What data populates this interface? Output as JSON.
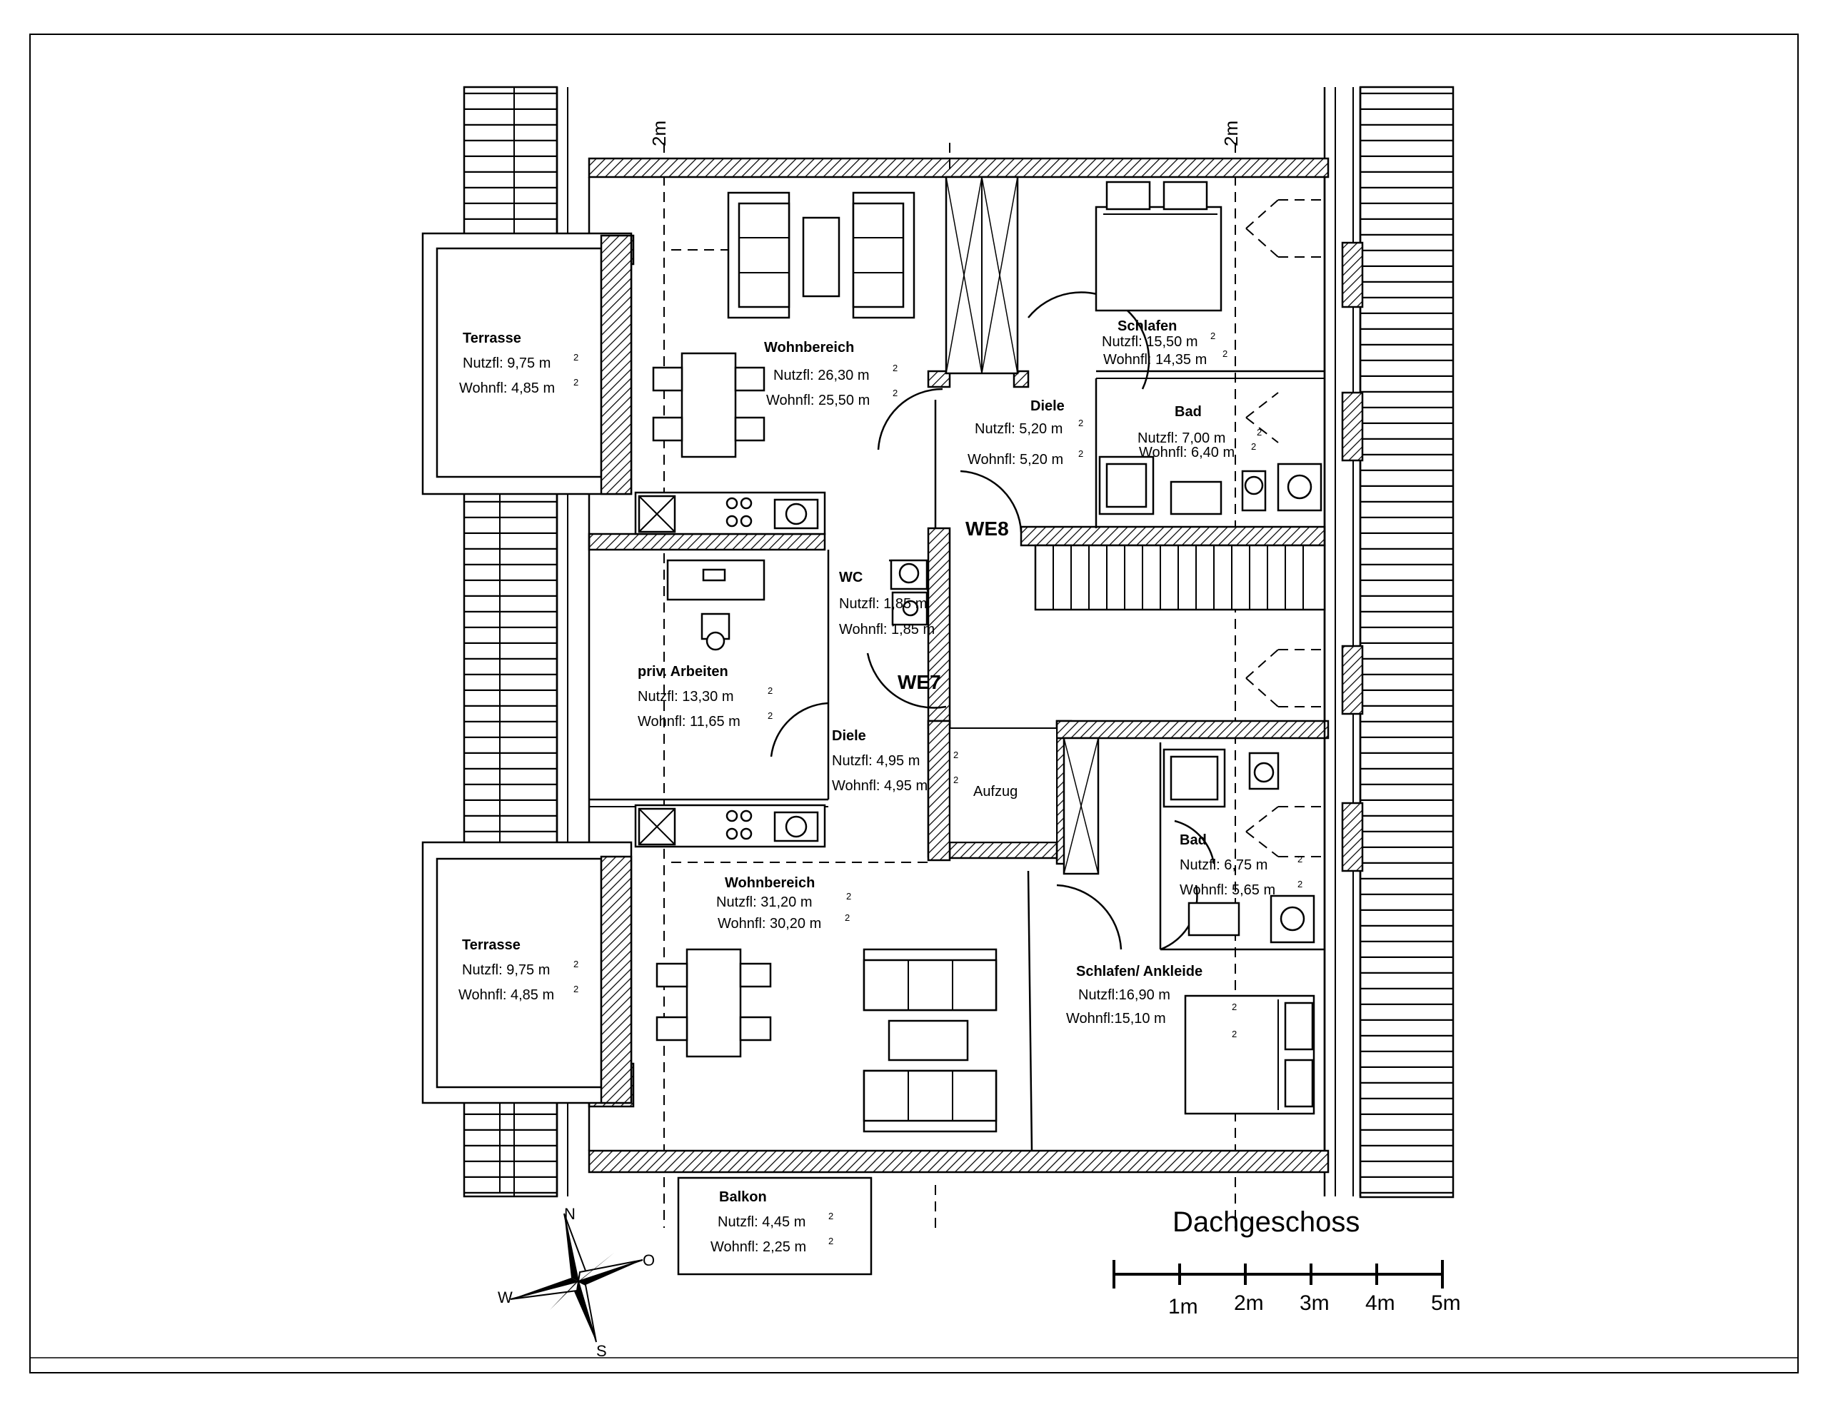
{
  "title": "Dachgeschoss",
  "scale": {
    "ticks": [
      "1m",
      "2m",
      "3m",
      "4m",
      "5m"
    ]
  },
  "compass": {
    "n": "N",
    "o": "O",
    "s": "S",
    "w": "W"
  },
  "dimensions": {
    "left": "2m",
    "right": "2m"
  },
  "units": {
    "WE8": "WE8",
    "WE7": "WE7"
  },
  "rooms": {
    "terrasse_top": {
      "name": "Terrasse",
      "nutzfl": "Nutzfl:  9,75 m",
      "wohnfl": "Wohnfl: 4,85 m"
    },
    "terrasse_bottom": {
      "name": "Terrasse",
      "nutzfl": "Nutzfl:  9,75 m",
      "wohnfl": "Wohnfl: 4,85 m"
    },
    "wohnbereich_top": {
      "name": "Wohnbereich",
      "nutzfl": "Nutzfl:  26,30 m",
      "wohnfl": "Wohnfl:  25,50 m"
    },
    "schlafen": {
      "name": "Schlafen",
      "nutzfl": "Nutzfl: 15,50 m",
      "wohnfl": "Wohnfl: 14,35 m"
    },
    "diele_top": {
      "name": "Diele",
      "nutzfl": "Nutzfl: 5,20 m",
      "wohnfl": "Wohnfl: 5,20 m"
    },
    "bad_top": {
      "name": "Bad",
      "nutzfl": "Nutzfl:   7,00 m",
      "wohnfl": "Wohnfl:  6,40 m"
    },
    "wc": {
      "name": "WC",
      "nutzfl": "Nutzfl: 1,85 m",
      "wohnfl": "Wohnfl: 1,85 m"
    },
    "arbeiten": {
      "name": "priv. Arbeiten",
      "nutzfl": "Nutzfl:      13,30 m",
      "wohnfl": "Wohnfl:    11,65 m"
    },
    "diele_bottom": {
      "name": "Diele",
      "nutzfl": "Nutzfl:       4,95 m",
      "wohnfl": "Wohnfl:     4,95 m"
    },
    "aufzug": {
      "name": "Aufzug"
    },
    "wohnbereich_bottom": {
      "name": "Wohnbereich",
      "nutzfl": "Nutzfl:      31,20 m",
      "wohnfl": "Wohnfl:   30,20 m"
    },
    "bad_bottom": {
      "name": "Bad",
      "nutzfl": "Nutzfl:       6,75 m",
      "wohnfl": "Wohnfl:     5,65 m"
    },
    "schlafen_ankleide": {
      "name": "Schlafen/ Ankleide",
      "nutzfl": "Nutzfl:16,90 m",
      "wohnfl": "Wohnfl:15,10 m"
    },
    "balkon": {
      "name": "Balkon",
      "nutzfl": "Nutzfl:  4,45 m",
      "wohnfl": "Wohnfl:  2,25 m"
    }
  },
  "sup": "2"
}
